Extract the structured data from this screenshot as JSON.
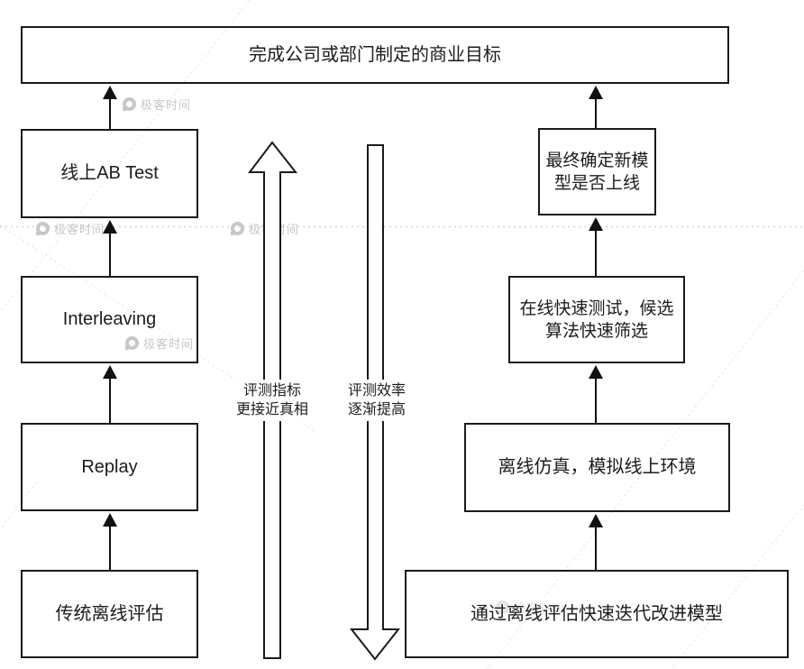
{
  "diagram": {
    "title": "完成公司或部门制定的商业目标",
    "left_column": {
      "online_ab_test": "线上AB Test",
      "interleaving": "Interleaving",
      "replay": "Replay",
      "traditional_offline_eval": "传统离线评估"
    },
    "right_column": {
      "final_decision": "最终确定新模\n型是否上线",
      "online_quick_test": "在线快速测试，候选\n算法快速筛选",
      "offline_simulation": "离线仿真，模拟线上环境",
      "offline_iteration": "通过离线评估快速迭代改进模型"
    },
    "arrow_labels": {
      "metrics_up": "评测指标\n更接近真相",
      "efficiency_down": "评测效率\n逐渐提高"
    }
  },
  "watermark": {
    "text": "极客时间"
  },
  "colors": {
    "stroke": "#1a1a1a",
    "text": "#1c1c1c",
    "watermark": "#c7c7c7",
    "dotted_line": "#d4d4d4",
    "diagonal_line": "#e2e2e2"
  }
}
